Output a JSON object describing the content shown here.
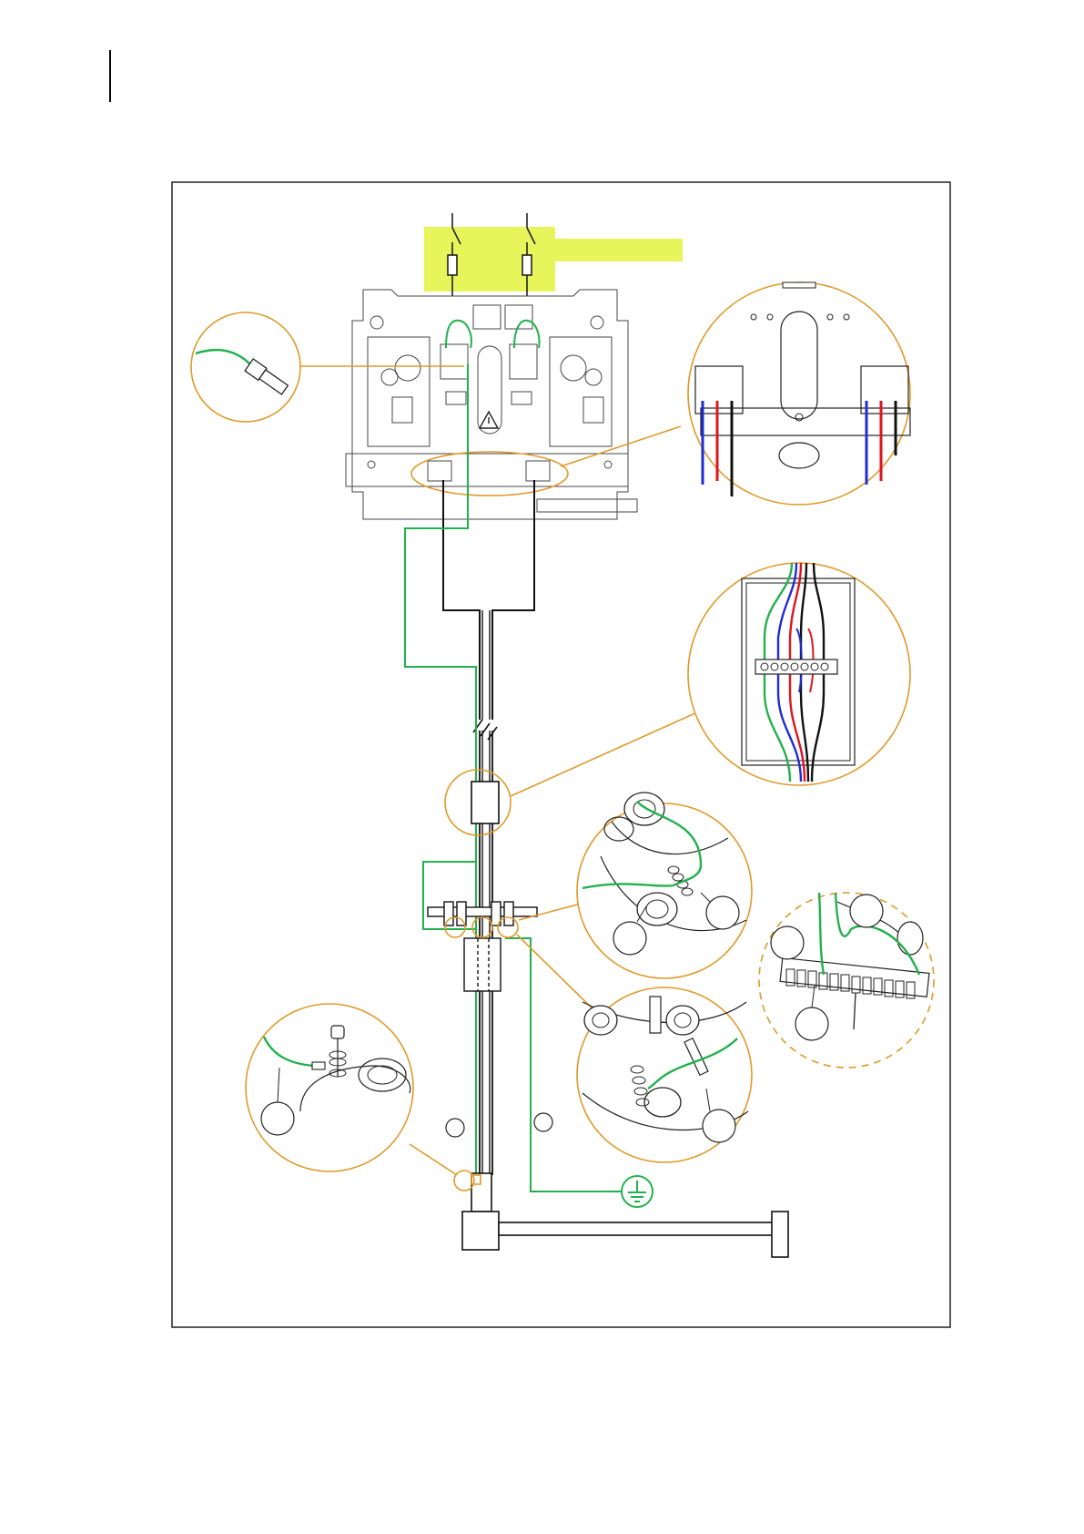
{
  "colors": {
    "earth": "#22b14c",
    "brown_phase": "#000000",
    "blue_neutral": "#1f2bd6",
    "red_wire": "#e0141e",
    "callout": "#e09a2a",
    "highlight": "#e8f55a",
    "line": "#222222"
  },
  "icons": [
    "protective-earth-icon",
    "warning-triangle-icon",
    "break-mark-icon"
  ],
  "detail_views": [
    {
      "name": "earth-faston-connector-detail"
    },
    {
      "name": "power-terminal-blocks-detail"
    },
    {
      "name": "junction-box-wiring-detail"
    },
    {
      "name": "flange-earth-nut-detail"
    },
    {
      "name": "earth-terminal-strip-detail"
    },
    {
      "name": "flange-earth-bolt-detail"
    },
    {
      "name": "mast-earth-screw-detail"
    }
  ]
}
